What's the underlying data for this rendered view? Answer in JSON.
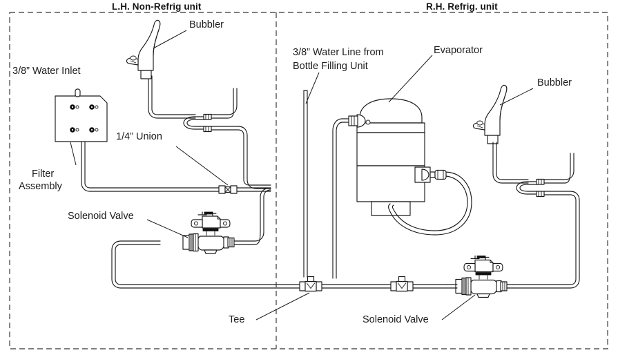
{
  "diagram": {
    "title_left": "L.H. Non-Refrig unit",
    "title_right": "R.H. Refrig. unit",
    "frame_style": "dashed-rectangle-with-center-divider",
    "line_color": "#1a1a1a",
    "background": "#ffffff"
  },
  "labels": {
    "water_inlet": "3/8” Water Inlet",
    "bubbler_left": "Bubbler",
    "bubbler_right": "Bubbler",
    "union": "1/4” Union",
    "filter_assembly_line1": "Filter",
    "filter_assembly_line2": "Assembly",
    "solenoid_valve_left": "Solenoid Valve",
    "solenoid_valve_right": "Solenoid Valve",
    "tee": "Tee",
    "evaporator": "Evaporator",
    "water_line_line1": "3/8” Water Line from",
    "water_line_line2": "Bottle Filling Unit"
  },
  "components": [
    {
      "name": "filter-assembly",
      "section": "left"
    },
    {
      "name": "bubbler-left",
      "section": "left"
    },
    {
      "name": "union-fitting-left",
      "section": "left"
    },
    {
      "name": "union-inline-left",
      "section": "left"
    },
    {
      "name": "solenoid-valve-left",
      "section": "left"
    },
    {
      "name": "tee-left",
      "section": "left"
    },
    {
      "name": "evaporator",
      "section": "right"
    },
    {
      "name": "bubbler-right",
      "section": "right"
    },
    {
      "name": "union-fitting-right",
      "section": "right"
    },
    {
      "name": "tee-right",
      "section": "right"
    },
    {
      "name": "solenoid-valve-right",
      "section": "right"
    },
    {
      "name": "water-line-vertical",
      "section": "right"
    }
  ]
}
